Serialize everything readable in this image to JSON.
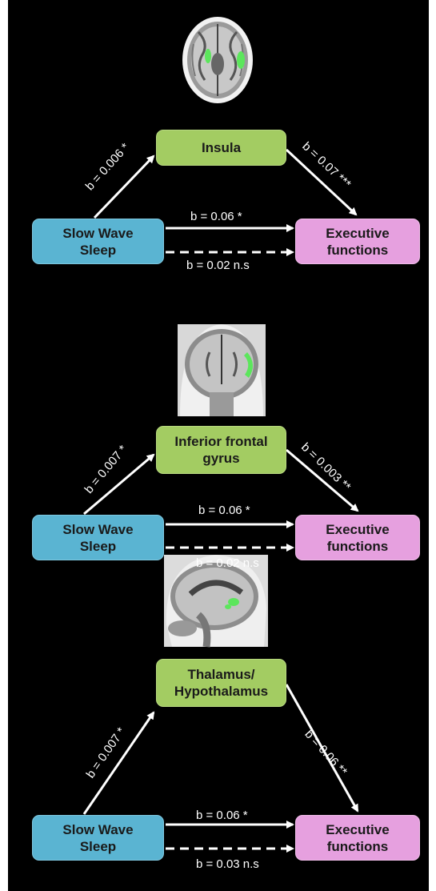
{
  "panels": [
    {
      "mediator": "Insula",
      "predictor": "Slow Wave\nSleep",
      "outcome": "Executive\nfunctions",
      "path_a": "b = 0.006 *",
      "path_b": "b = 0.07 ***",
      "direct": "b = 0.06 *",
      "indirect_ns": "b = 0.02 n.s"
    },
    {
      "mediator": "Inferior frontal\ngyrus",
      "predictor": "Slow Wave\nSleep",
      "outcome": "Executive\nfunctions",
      "path_a": "b = 0.007 *",
      "path_b": "b = 0.003 **",
      "direct": "b = 0.06 *",
      "indirect_ns": "b = 0.02 n.s"
    },
    {
      "mediator": "Thalamus/\nHypothalamus",
      "predictor": "Slow Wave\nSleep",
      "outcome": "Executive\nfunctions",
      "path_a": "b = 0.007 *",
      "path_b": "b = 0.06 **",
      "direct": "b = 0.06 *",
      "indirect_ns": "b = 0.03 n.s"
    }
  ],
  "colors": {
    "background": "#000000",
    "predictor_box": "#5ab4d2",
    "mediator_box": "#a3cc62",
    "outcome_box": "#e6a0df",
    "highlight": "#5ce65c"
  }
}
